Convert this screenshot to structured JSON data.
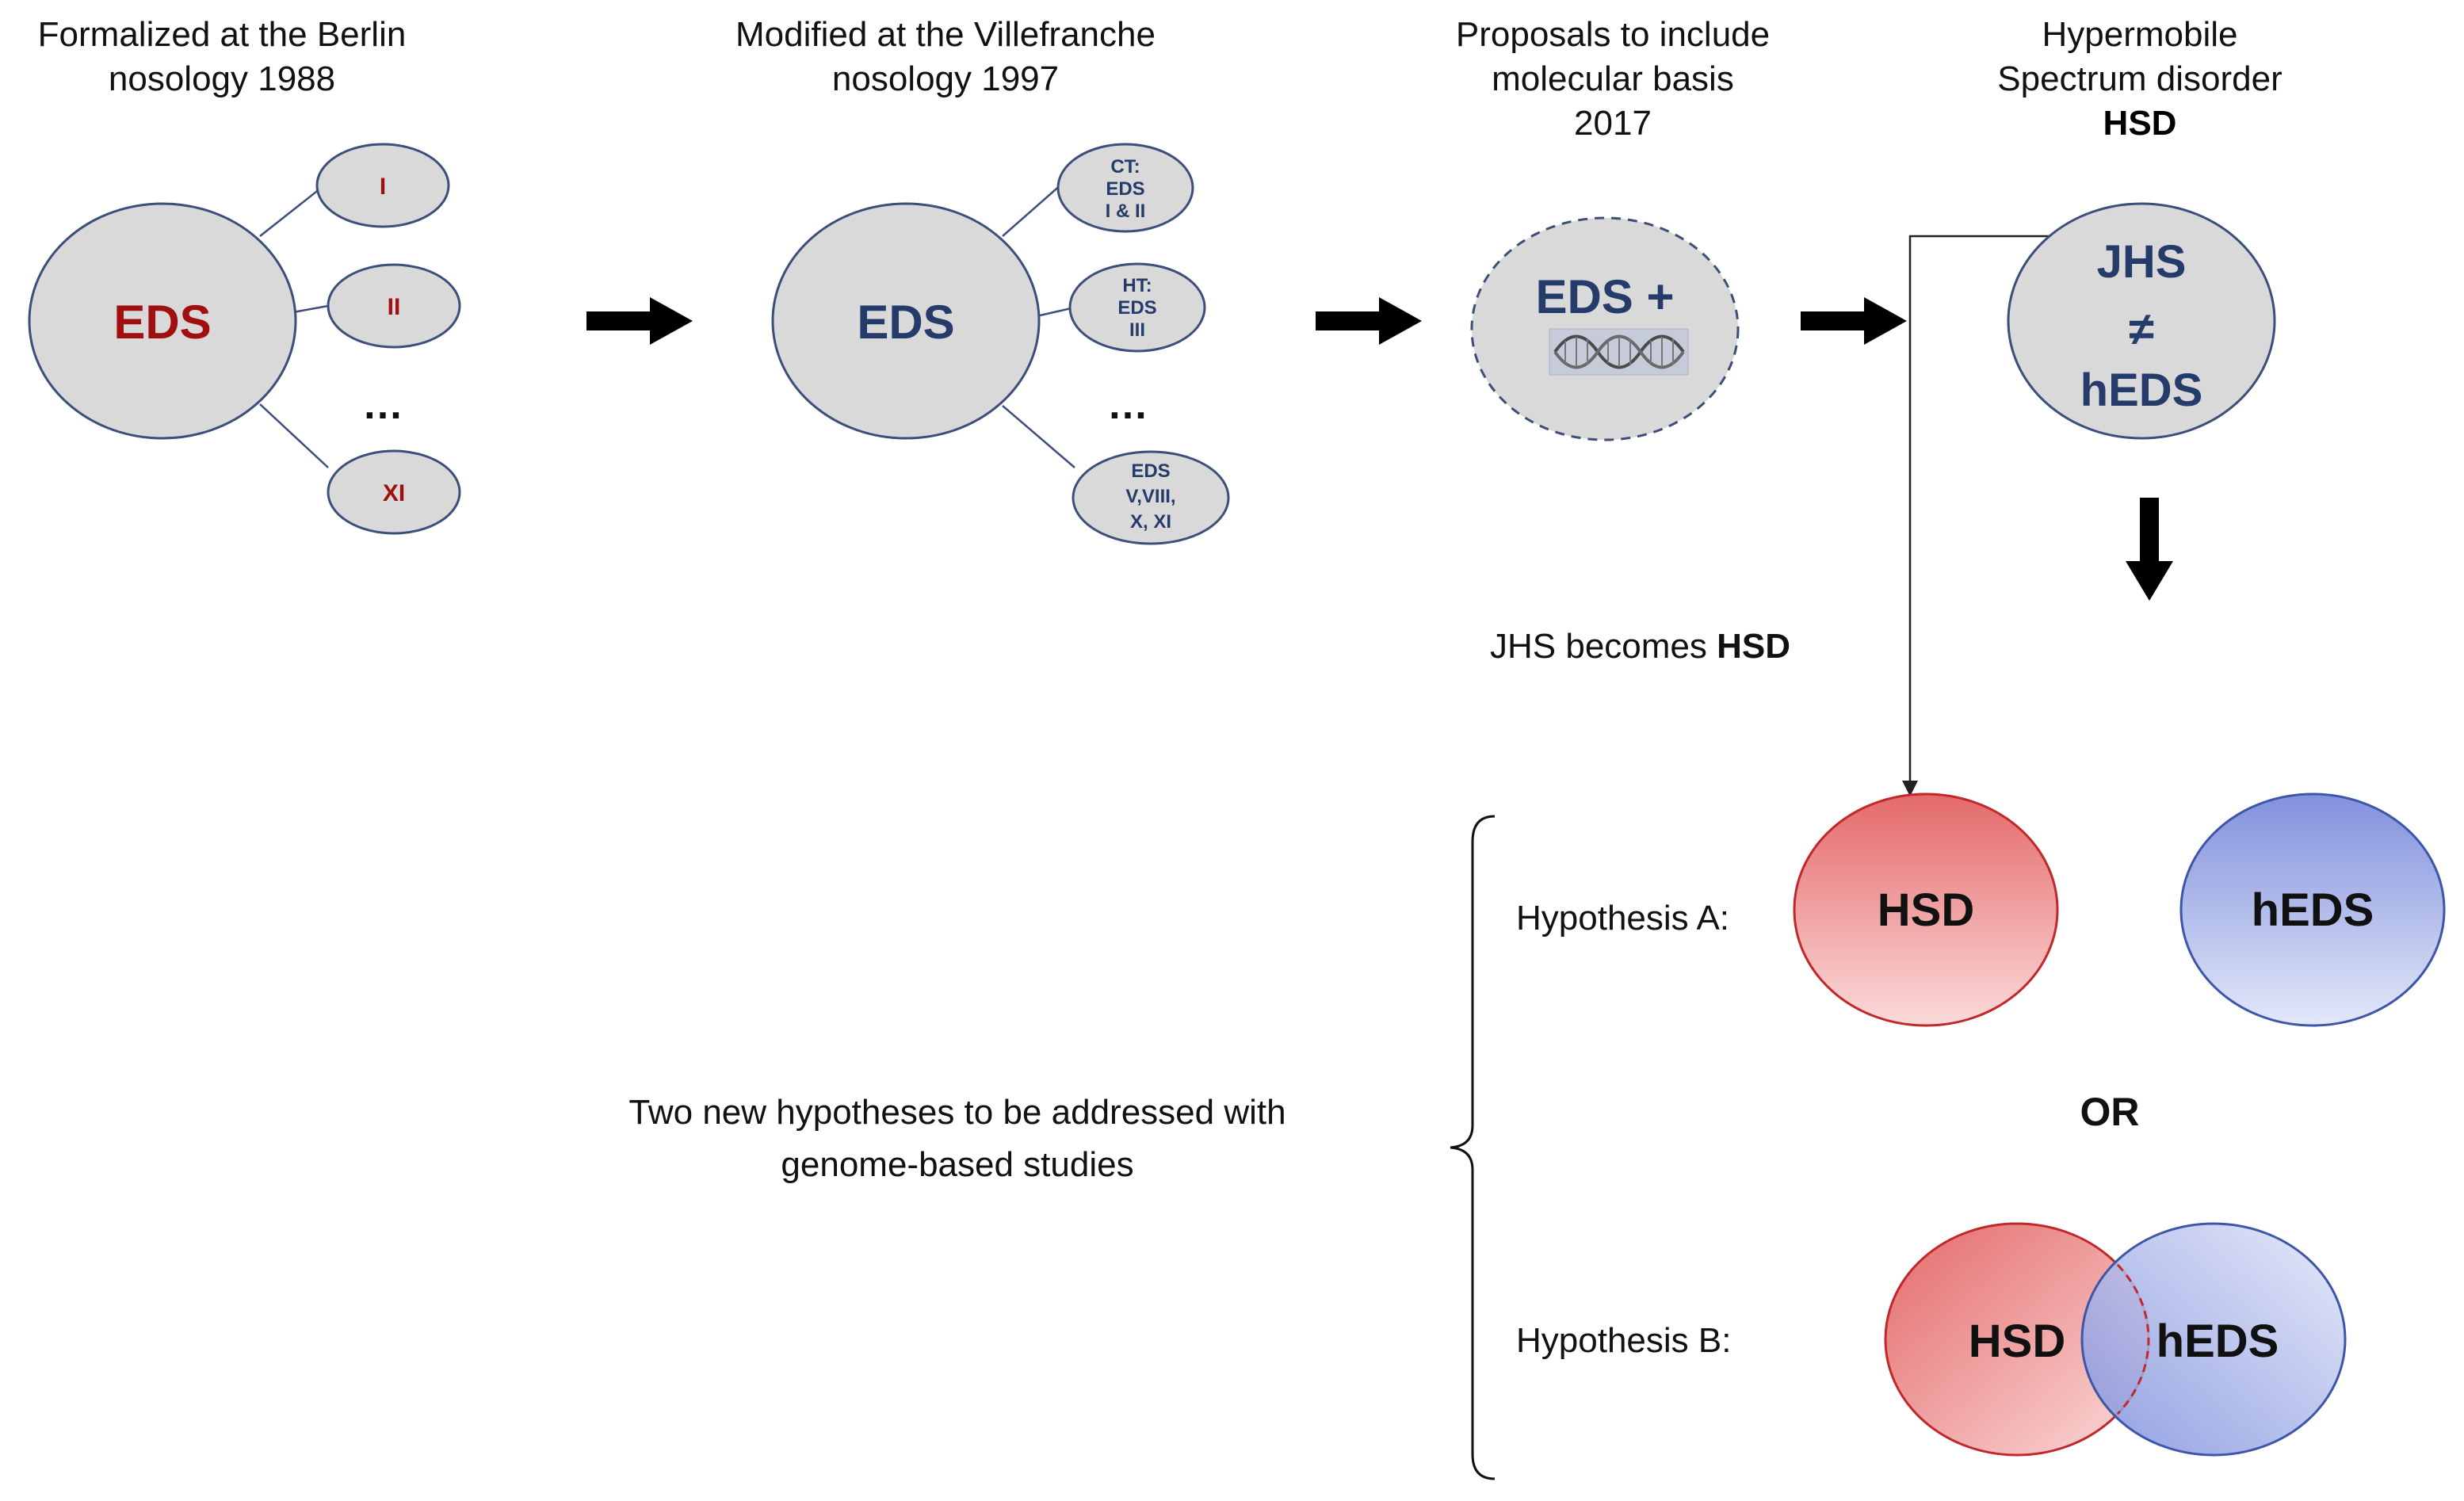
{
  "stages": [
    {
      "caption_lines": [
        "Formalized at the Berlin",
        "nosology 1988"
      ],
      "main_label": "EDS",
      "subtypes": [
        "I",
        "II",
        "XI"
      ],
      "ellipsis": "…"
    },
    {
      "caption_lines": [
        "Modified at the Villefranche",
        "nosology 1997"
      ],
      "main_label": "EDS",
      "subtypes": [
        [
          "CT:",
          "EDS",
          "I & II"
        ],
        [
          "HT:",
          "EDS",
          "III"
        ],
        [
          "EDS",
          "V,VIII,",
          "X, XI"
        ]
      ],
      "ellipsis": "…"
    },
    {
      "caption_lines": [
        "Proposals to include",
        "molecular basis",
        "2017"
      ],
      "main_label": "EDS +"
    },
    {
      "caption_lines": [
        "Hypermobile",
        "Spectrum disorder"
      ],
      "caption_bold": "HSD",
      "circle_lines": [
        "JHS",
        "≠",
        "hEDS"
      ]
    }
  ],
  "jhs_becomes": {
    "prefix": "JHS becomes ",
    "bold": "HSD"
  },
  "summary_lines": [
    "Two new hypotheses to be addressed with",
    "genome-based studies"
  ],
  "hypothesis_a": {
    "label": "Hypothesis A:",
    "hsd": "HSD",
    "heds": "hEDS"
  },
  "or_label": "OR",
  "hypothesis_b": {
    "label": "Hypothesis B:",
    "hsd": "HSD",
    "heds": "hEDS"
  },
  "colors": {
    "circle_fill": "#d9d9d9",
    "circle_stroke": "#3b4f7a",
    "eds_red": "#a01010",
    "eds_blue": "#253c6b",
    "hsd_red": "#e06060",
    "heds_blue": "#8090d8"
  }
}
